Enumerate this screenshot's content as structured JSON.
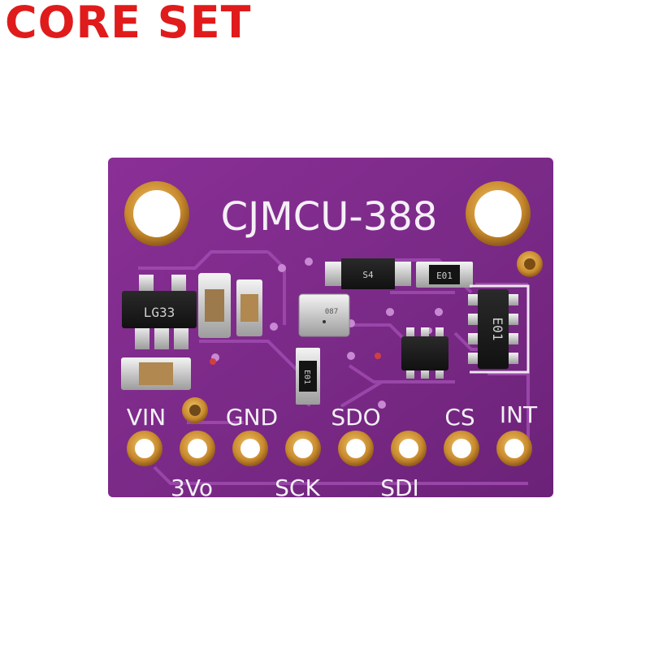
{
  "brand": {
    "text": "CORE SET",
    "color": "#e01b1b"
  },
  "board": {
    "title": "CJMCU-388",
    "color": "#7b2a88",
    "pin_labels_top": [
      "VIN",
      "GND",
      "SDO",
      "CS",
      "INT"
    ],
    "pin_labels_bottom": [
      "3Vo",
      "SCK",
      "SDI"
    ],
    "chip_markings": {
      "regulator": "LG33",
      "diode": "S4",
      "resistor_top": "E01",
      "resistor_left": "E01",
      "array": "E01",
      "sensor": "087"
    }
  }
}
